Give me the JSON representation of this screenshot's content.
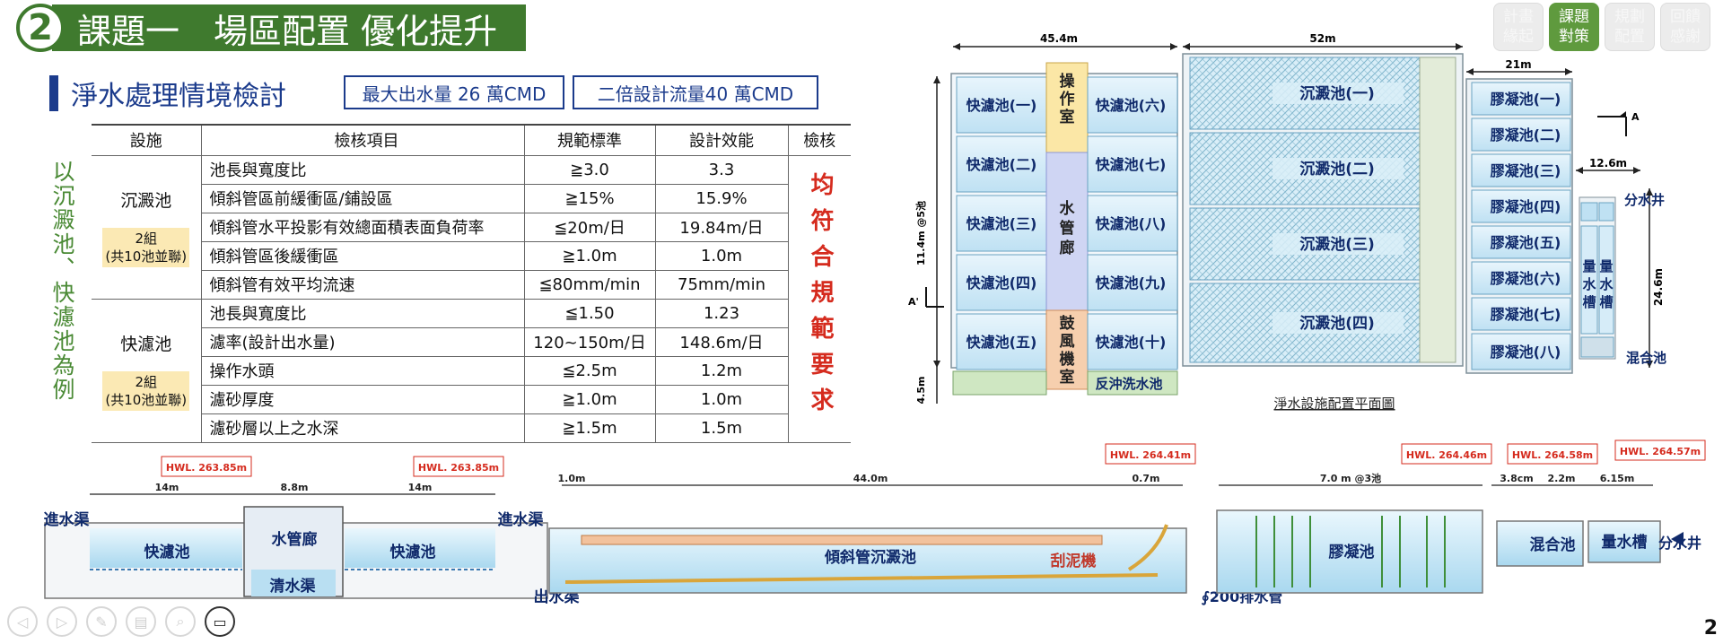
{
  "header": {
    "number": "2",
    "title": "課題一　場區配置 優化提升"
  },
  "section": {
    "title": "淨水處理情境檢討",
    "badge_max": "最大出水量 26 萬CMD",
    "badge_design": "二倍設計流量40 萬CMD",
    "side_note": "以沉澱池、快濾池為例",
    "verdict": "均符合規範要求"
  },
  "table": {
    "headers": [
      "設施",
      "檢核項目",
      "規範標準",
      "設計效能",
      "檢核"
    ],
    "groups": [
      {
        "name": "沉澱池",
        "tag": "2組\n(共10池並聯)",
        "rows": [
          {
            "item": "池長與寬度比",
            "standard": "≧3.0",
            "design": "3.3"
          },
          {
            "item": "傾斜管區前緩衝區/鋪設區",
            "standard": "≧15%",
            "design": "15.9%"
          },
          {
            "item": "傾斜管水平投影有效總面積表面負荷率",
            "standard": "≦20m/日",
            "design": "19.84m/日"
          },
          {
            "item": "傾斜管區後緩衝區",
            "standard": "≧1.0m",
            "design": "1.0m"
          },
          {
            "item": "傾斜管有效平均流速",
            "standard": "≦80mm/min",
            "design": "75mm/min"
          }
        ]
      },
      {
        "name": "快濾池",
        "tag": "2組\n(共10池並聯)",
        "rows": [
          {
            "item": "池長與寬度比",
            "standard": "≦1.50",
            "design": "1.23"
          },
          {
            "item": "濾率(設計出水量)",
            "standard": "120~150m/日",
            "design": "148.6m/日"
          },
          {
            "item": "操作水頭",
            "standard": "≦2.5m",
            "design": "1.2m"
          },
          {
            "item": "濾砂厚度",
            "standard": "≧1.0m",
            "design": "1.0m"
          },
          {
            "item": "濾砂層以上之水深",
            "standard": "≧1.5m",
            "design": "1.5m"
          }
        ]
      }
    ]
  },
  "nav": [
    {
      "label": "計畫\n緣起",
      "active": false
    },
    {
      "label": "課題\n對策",
      "active": true
    },
    {
      "label": "規劃\n配置",
      "active": false
    },
    {
      "label": "回饋\n感謝",
      "active": false
    }
  ],
  "plan": {
    "caption": "淨水設施配置平面圖",
    "dims": {
      "d1": "45.4m",
      "d2": "52m",
      "d3": "21m",
      "d4": "12.6m",
      "d5": "24.6m",
      "d6": "11.4m @5池",
      "d7": "4.5m"
    },
    "section_a": "A",
    "section_a2": "A'",
    "filters_left": [
      "快濾池(一)",
      "快濾池(二)",
      "快濾池(三)",
      "快濾池(四)",
      "快濾池(五)"
    ],
    "filters_right": [
      "快濾池(六)",
      "快濾池(七)",
      "快濾池(八)",
      "快濾池(九)",
      "快濾池(十)"
    ],
    "operation_room": "操作室",
    "pipe_gallery": "水管廊",
    "blower_room": "鼓風機室",
    "backwash": "反沖洗水池",
    "sedimentation": [
      "沉澱池(一)",
      "沉澱池(二)",
      "沉澱池(三)",
      "沉澱池(四)"
    ],
    "flocculation": [
      "膠凝池(一)",
      "膠凝池(二)",
      "膠凝池(三)",
      "膠凝池(四)",
      "膠凝池(五)",
      "膠凝池(六)",
      "膠凝池(七)",
      "膠凝池(八)"
    ],
    "distribution_well": "分水井",
    "measure1": "量水槽",
    "measure2": "量水槽",
    "mixing": "混合池"
  },
  "profile": {
    "hwl": [
      "HWL. 263.85m",
      "HWL. 263.85m",
      "HWL. 264.41m",
      "HWL. 264.46m",
      "HWL. 264.58m",
      "HWL. 264.57m"
    ],
    "dims": [
      "14m",
      "8.8m",
      "14m",
      "1.0m",
      "44.0m",
      "0.7m",
      "7.0 m @3池",
      "3.8cm",
      "2.2m",
      "6.15m"
    ],
    "labels": {
      "inlet_left": "進水渠",
      "filter_left": "快濾池",
      "pipe_gallery": "水管廊",
      "clear_water": "清水渠",
      "filter_right": "快濾池",
      "inlet_right": "進水渠",
      "outlet": "出水渠",
      "settling": "傾斜管沉澱池",
      "scraper": "刮泥機",
      "drain": "∮200排水管",
      "floc": "膠凝池",
      "mixing": "混合池",
      "measure": "量水槽",
      "well": "分水井"
    }
  },
  "toolbar": [
    "◁",
    "▷",
    "✎",
    "▤",
    "⌕",
    "▭"
  ],
  "page_number": "2"
}
